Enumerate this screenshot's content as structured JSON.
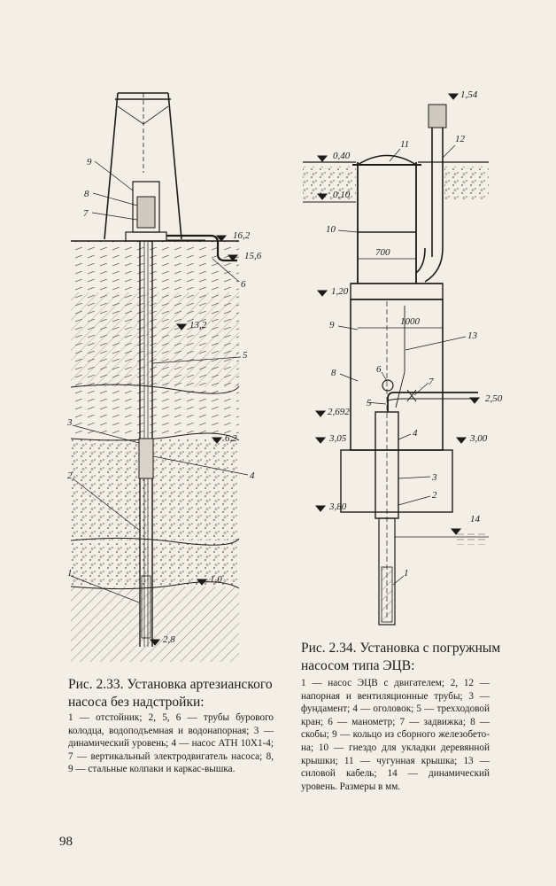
{
  "figure_left": {
    "level_labels": [
      "16,2",
      "15,6",
      "13,2",
      "6,2",
      "1,0",
      "2,8"
    ],
    "callouts": [
      "9",
      "8",
      "7",
      "6",
      "5",
      "3",
      "2",
      "4",
      "1"
    ]
  },
  "figure_right": {
    "level_labels": [
      "1,54",
      "0,40",
      "0,10",
      "1,20",
      "2,50",
      "2,692",
      "3,05",
      "3,00",
      "3,80",
      "14"
    ],
    "dimensions": [
      "700",
      "1000"
    ],
    "callouts": [
      "11",
      "12",
      "10",
      "9",
      "13",
      "8",
      "6",
      "7",
      "5",
      "4",
      "3",
      "2",
      "1"
    ]
  },
  "captions": {
    "left_title": "Рис. 2.33. Установка артезиан­ского насоса без надстройки:",
    "left_body": "1 — отстойник; 2, 5, 6 — трубы бу­рового колодца, водоподъемная и водонапорная; 3 — динамический уровень; 4 — насос АТН 10Х1-4; 7 — вертикальный электродвигатель на­соса; 8, 9 — стальные колпаки и каркас-вышка.",
    "right_title": "Рис. 2.34. Установка с погруж­ным насосом типа ЭЦВ:",
    "right_body": "1 — насос ЭЦВ с двигателем; 2, 12 — напорная и вентиляционные трубы; 3 — фундамент; 4 — оголо­вок; 5 — трехходовой кран; 6 — ма­нометр; 7 — задвижка; 8 — скобы; 9 — кольцо из сборного железобето­на; 10 — гнездо для укладки дере­вянной крышки; 11 — чугунная кры­шка; 13 — силовой кабель; 14 — ди­намический уровень. Размеры в мм."
  },
  "page_number": "98"
}
